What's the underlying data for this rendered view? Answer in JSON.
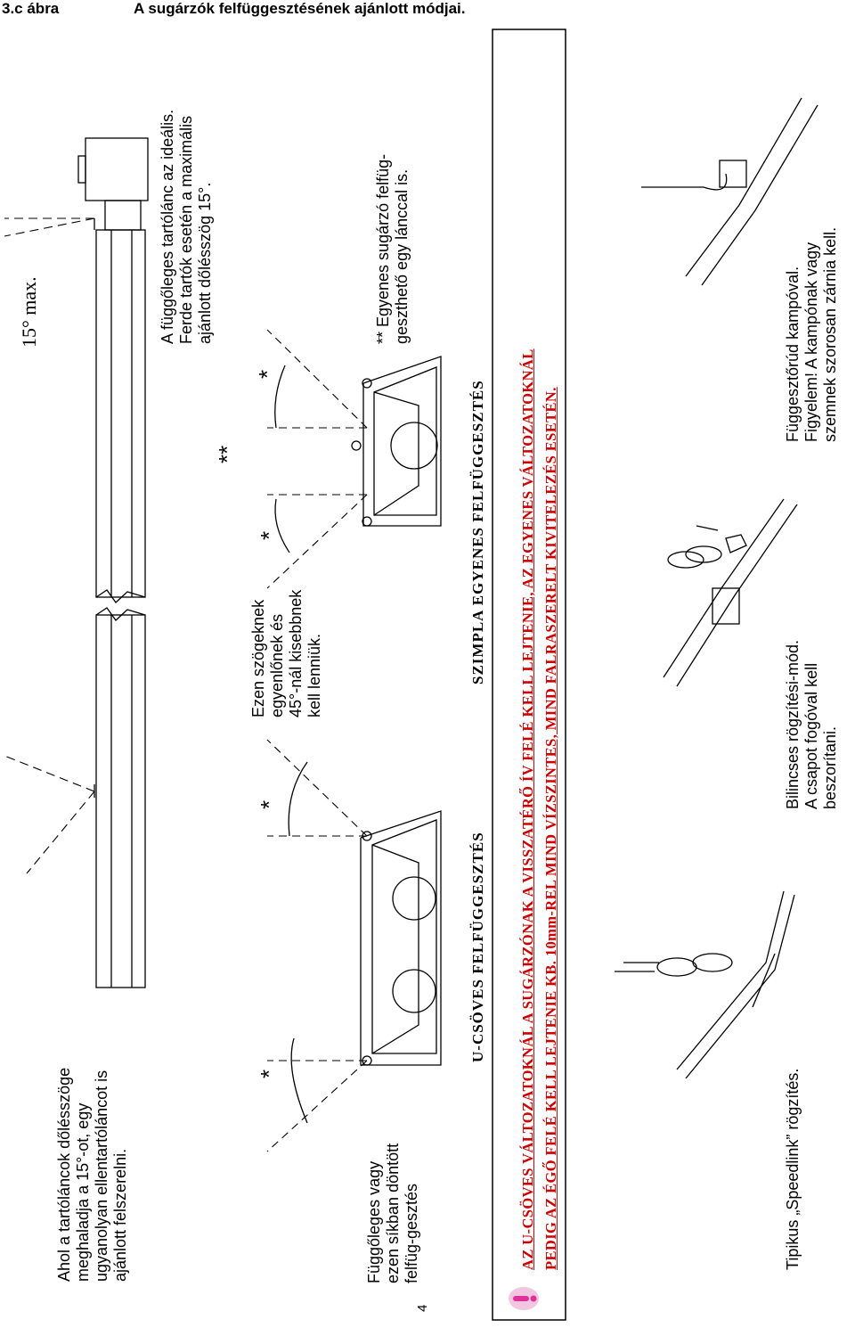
{
  "header": {
    "fig_num": "3.c   ábra",
    "fig_title": "A sugárzók felfüggesztésének ajánlott módjai."
  },
  "angle_limit": "15° max.",
  "notes": {
    "left_chain": [
      "Ahol a tartóláncok dőlésszöge",
      "meghaladja a 15°-ot, egy",
      "ugyanolyan ellentartóláncot is",
      "ajánlott felszerelni."
    ],
    "right_chain": [
      "A függőleges tartólánc az ideális.",
      "Ferde tartók esetén a maximális",
      "ajánlott dőlésszög 15°."
    ],
    "vertical": [
      "Függőleges vagy",
      "ezen síkban döntött",
      "felfüg-gesztés"
    ],
    "angles": [
      "Ezen szögeknek",
      "egyenlőnek és",
      "45°-nál kisebbnek",
      "kell lenniük."
    ],
    "straight": [
      "** Egyenes sugárzó felfüg-",
      "geszthető egy lánccal is."
    ]
  },
  "marks": {
    "single": "*",
    "double": "**"
  },
  "page_number": "4",
  "sections": {
    "u_tube": "U-CSÖVES FELFÜGGESZTÉS",
    "straight": "SZIMPLA EGYENES FELFÜGGESZTÉS"
  },
  "warning": [
    "AZ U-CSÖVES VÁLTOZATOKNÁL A SUGÁRZÓNAK A VISSZATÉRŐ ÍV FELÉ KELL LEJTENIE, AZ EGYENES VÁLTOZATOKNÁL",
    "PEDIG AZ ÉGŐ FELÉ KELL LEJTENIE KB. 10mm-REL MIND VÍZSZINTES, MIND FALRASZERELT KIVITELEZÉS ESETÉN."
  ],
  "fixings": {
    "speedlink": [
      "Tipikus „Speedlink” rögzítés."
    ],
    "clamp": [
      "Bilincses rögzítési-mód.",
      "A csapot fogóval kell",
      "beszorítani."
    ],
    "hook": [
      "Függesztőrúd kampóval.",
      "Figyelem! A kampónak vagy",
      "szemnek szorosan zárnia kell."
    ]
  },
  "colors": {
    "warning_text": "#cc0000",
    "icon_pink": "#e0309a"
  }
}
